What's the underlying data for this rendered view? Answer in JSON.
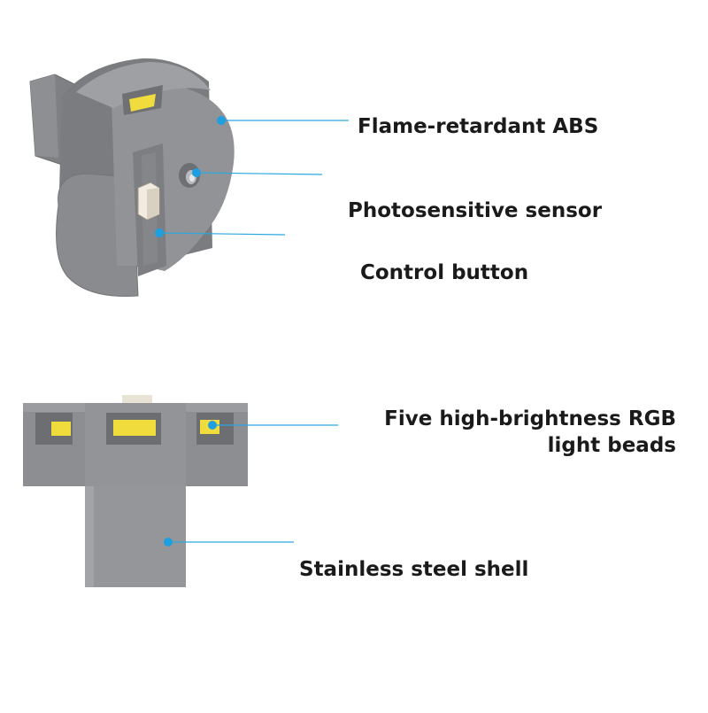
{
  "labels": {
    "flame_retardant_abs": "Flame-retardant ABS",
    "photosensitive_sensor": "Photosensitive sensor",
    "control_button": "Control button",
    "light_beads_line1": "Five high-brightness RGB",
    "light_beads_line2": "light beads",
    "stainless_steel_shell": "Stainless steel shell"
  },
  "colors": {
    "housing": "#8c8d90",
    "housing_dark": "#76777a",
    "housing_light": "#a4a5a8",
    "led_yellow": "#f0dc3c",
    "callout_line": "#2aa8e0",
    "callout_dot": "#1e9fe0"
  }
}
